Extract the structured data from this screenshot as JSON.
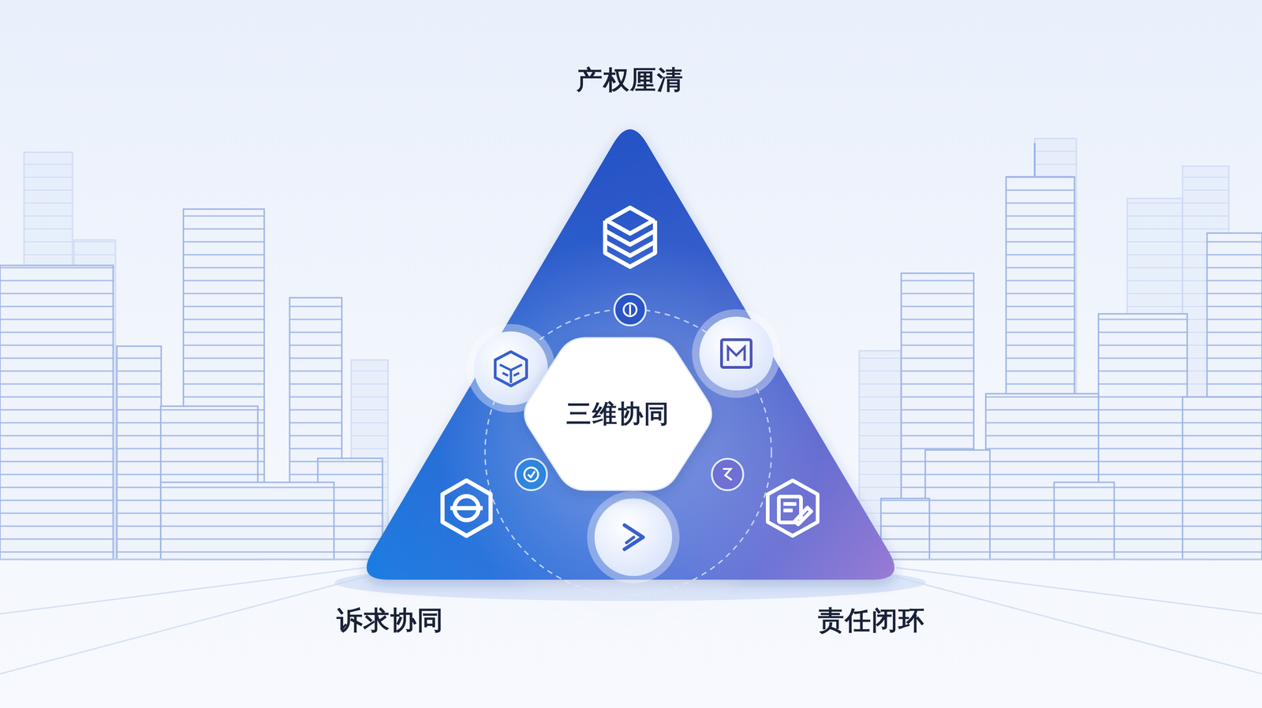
{
  "diagram": {
    "nodes": [
      {
        "text": [
          "三维协同"
        ]
      }
    ],
    "labels": [
      "产权厘清",
      "诉求协同",
      "责任闭环"
    ]
  }
}
